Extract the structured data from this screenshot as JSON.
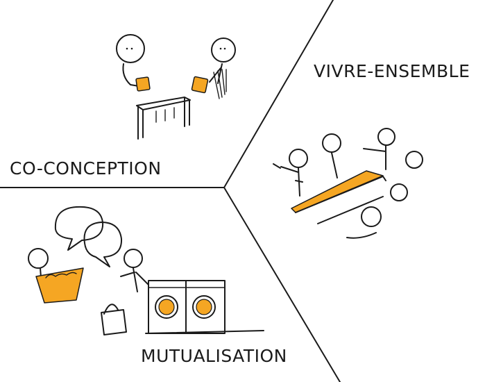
{
  "sections": {
    "co_conception": "CO-CONCEPTION",
    "vivre_ensemble": "VIVRE-ENSEMBLE",
    "mutualisation": "MUTUALISATION"
  },
  "colors": {
    "ink": "#1a1a1a",
    "accent": "#f5a623",
    "background": "#ffffff"
  }
}
